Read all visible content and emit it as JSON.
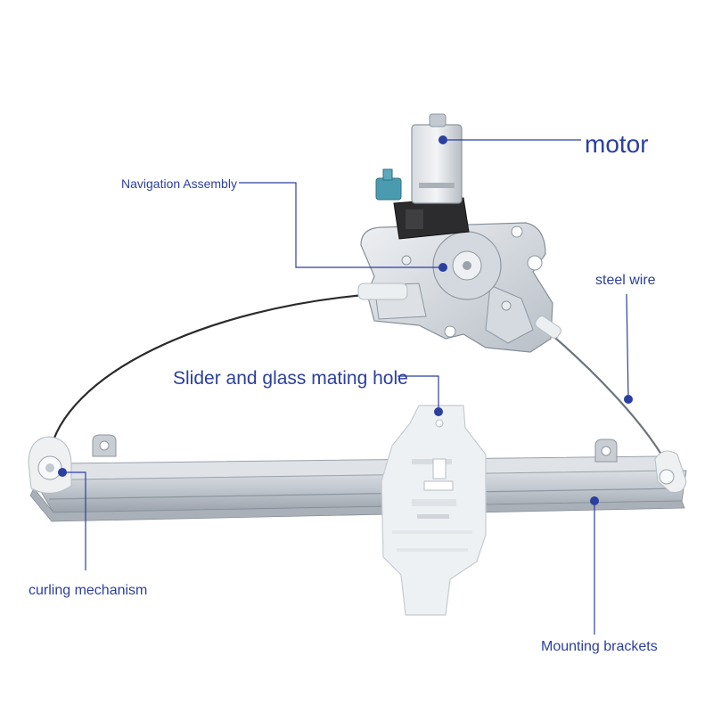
{
  "labels": {
    "motor": "motor",
    "navigation_assembly": "Navigation Assembly",
    "steel_wire": "steel wire",
    "slider_hole": "Slider and glass mating hole",
    "curling_mechanism": "curling mechanism",
    "mounting_brackets": "Mounting brackets"
  },
  "colors": {
    "callout": "#2b3f9e",
    "label_text": "#2b3f9e",
    "metal": "#c6ccd3",
    "metal_dark": "#8d96a0",
    "plastic": "#eef1f3",
    "wire": "#2a2a2a",
    "connector": "#4a9bb0"
  }
}
